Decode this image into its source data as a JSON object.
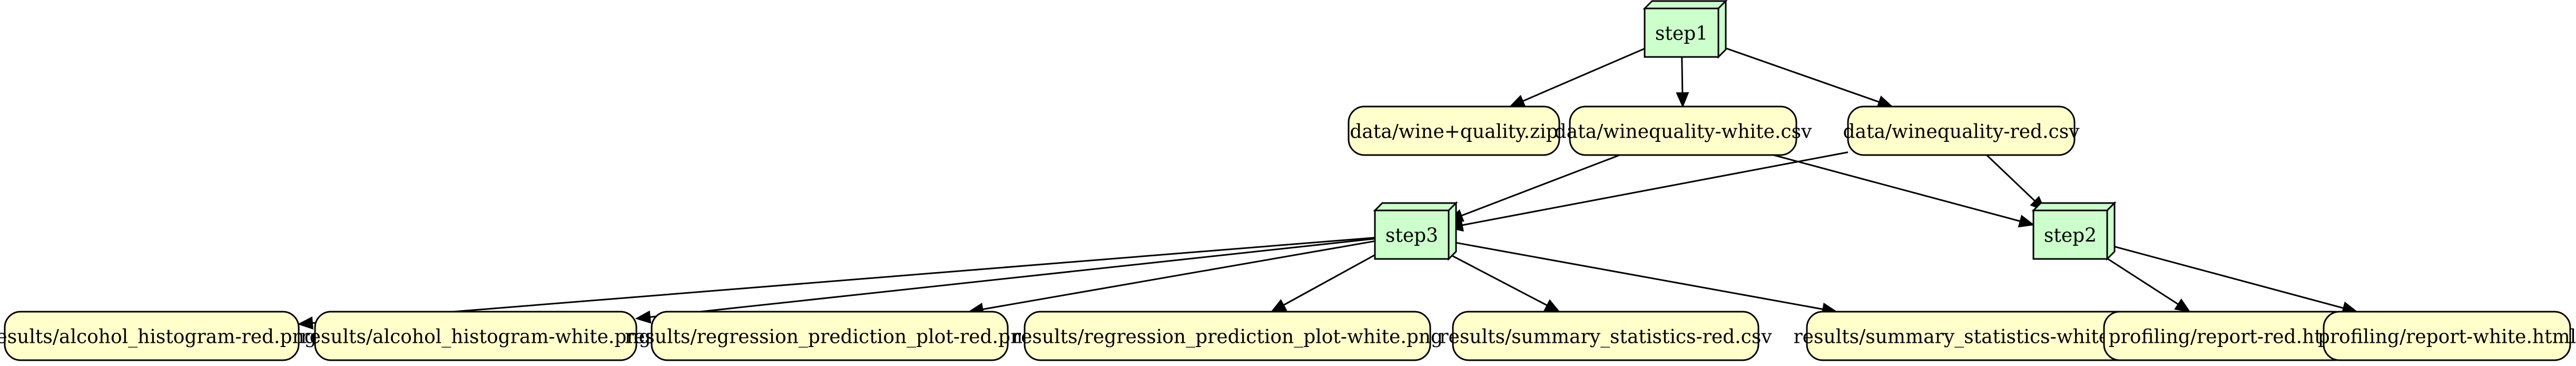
{
  "colors": {
    "step_fill": "#ccffcc",
    "file_fill": "#ffffcc",
    "stroke": "#000000",
    "background": "#ffffff"
  },
  "nodes": {
    "step1": {
      "label": "step1",
      "kind": "step"
    },
    "step2": {
      "label": "step2",
      "kind": "step"
    },
    "step3": {
      "label": "step3",
      "kind": "step"
    },
    "wine_zip": {
      "label": "data/wine+quality.zip",
      "kind": "file"
    },
    "white_csv": {
      "label": "data/winequality-white.csv",
      "kind": "file"
    },
    "red_csv": {
      "label": "data/winequality-red.csv",
      "kind": "file"
    },
    "alc_red": {
      "label": "results/alcohol_histogram-red.png",
      "kind": "file"
    },
    "alc_white": {
      "label": "results/alcohol_histogram-white.png",
      "kind": "file"
    },
    "reg_red": {
      "label": "results/regression_prediction_plot-red.png",
      "kind": "file"
    },
    "reg_white": {
      "label": "results/regression_prediction_plot-white.png",
      "kind": "file"
    },
    "sum_red": {
      "label": "results/summary_statistics-red.csv",
      "kind": "file"
    },
    "sum_white": {
      "label": "results/summary_statistics-white.csv",
      "kind": "file"
    },
    "prof_red": {
      "label": "profiling/report-red.html",
      "kind": "file"
    },
    "prof_white": {
      "label": "profiling/report-white.html",
      "kind": "file"
    }
  },
  "edges": [
    {
      "from": "step1",
      "to": "wine_zip"
    },
    {
      "from": "step1",
      "to": "white_csv"
    },
    {
      "from": "step1",
      "to": "red_csv"
    },
    {
      "from": "white_csv",
      "to": "step3"
    },
    {
      "from": "white_csv",
      "to": "step2"
    },
    {
      "from": "red_csv",
      "to": "step3"
    },
    {
      "from": "red_csv",
      "to": "step2"
    },
    {
      "from": "step3",
      "to": "alc_red"
    },
    {
      "from": "step3",
      "to": "alc_white"
    },
    {
      "from": "step3",
      "to": "reg_red"
    },
    {
      "from": "step3",
      "to": "reg_white"
    },
    {
      "from": "step3",
      "to": "sum_red"
    },
    {
      "from": "step3",
      "to": "sum_white"
    },
    {
      "from": "step2",
      "to": "prof_red"
    },
    {
      "from": "step2",
      "to": "prof_white"
    }
  ]
}
